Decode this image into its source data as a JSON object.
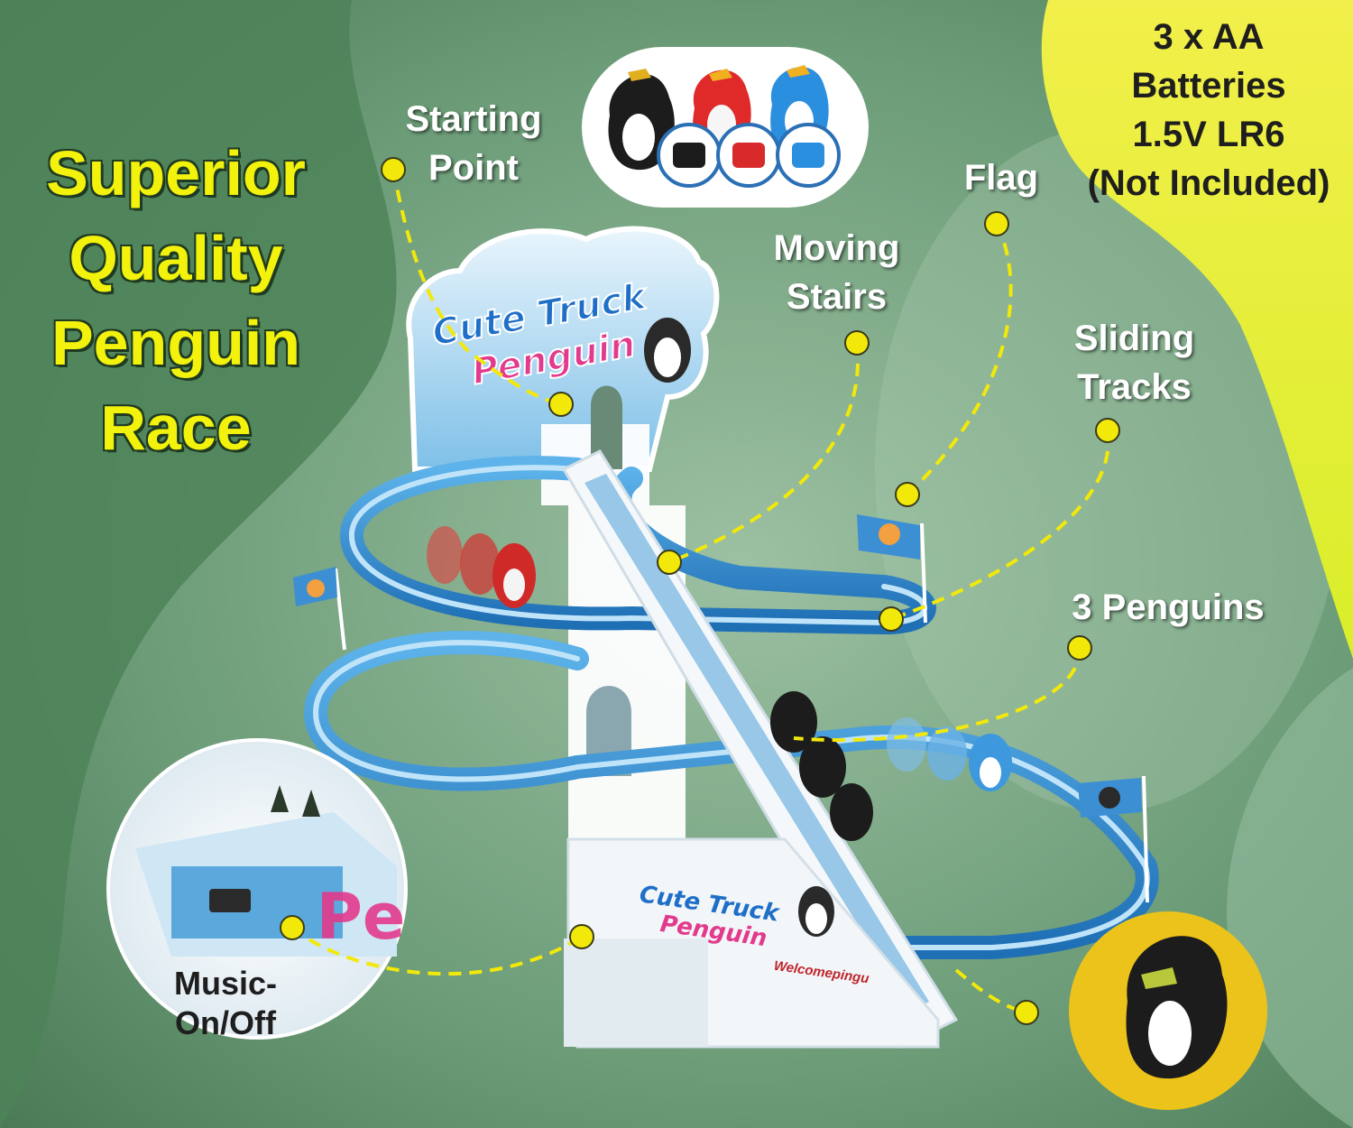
{
  "headline": {
    "lines": [
      "Superior",
      "Quality",
      "Penguin",
      "Race"
    ]
  },
  "callouts": {
    "starting_point": [
      "Starting",
      "Point"
    ],
    "moving_stairs": [
      "Moving",
      "Stairs"
    ],
    "flag": "Flag",
    "sliding_tracks": [
      "Sliding",
      "Tracks"
    ],
    "three_penguins": "3 Penguins",
    "music": [
      "Music-",
      "On/Off"
    ]
  },
  "battery_note": {
    "lines": [
      "3 x AA",
      "Batteries",
      "1.5V LR6",
      "(Not Included)"
    ]
  },
  "product": {
    "sign_line1": "Cute Truck",
    "sign_line2": "Penguin",
    "base_line1": "Cute Truck",
    "base_line2": "Penguin",
    "base_tagline": "Welcomepingu"
  },
  "colors": {
    "headline": "#f2f20c",
    "callout_text": "#ffffff",
    "marker": "#f2e90a",
    "background": "#5f8f6a",
    "battery_panel": "#e7f23a",
    "track_blue": "#2f8fd0"
  }
}
